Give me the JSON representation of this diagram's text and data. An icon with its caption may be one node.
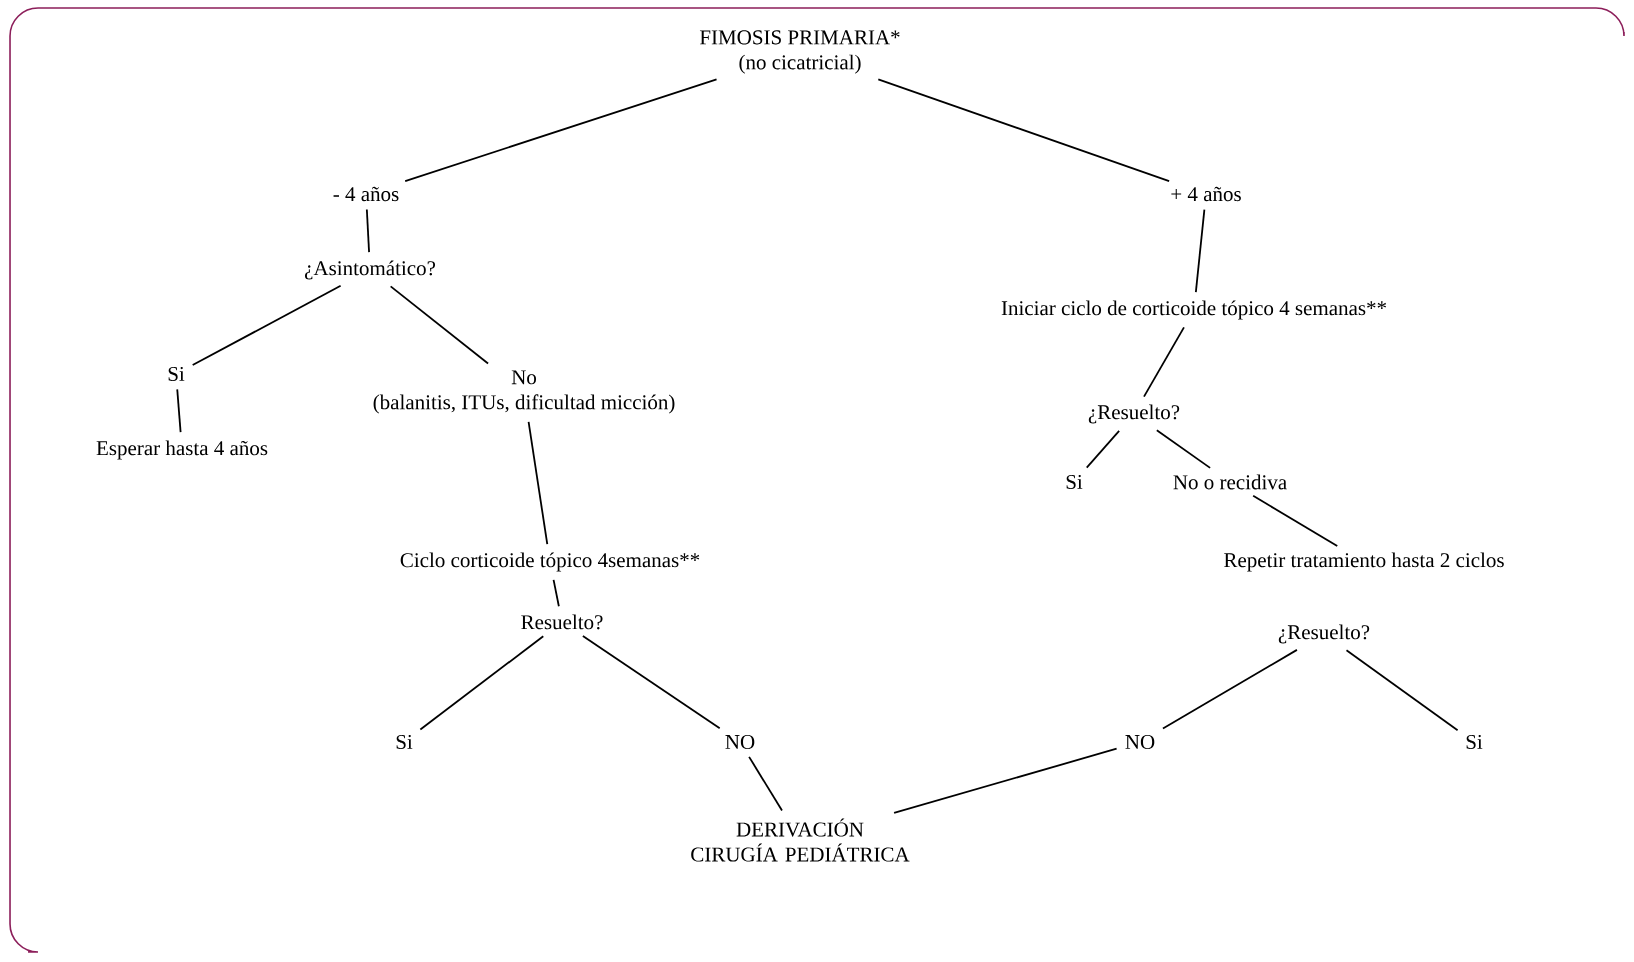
{
  "diagram": {
    "nodes": [
      {
        "text": [
          "FIMOSIS PRIMARIA*",
          "(no cicatricial)"
        ]
      },
      {
        "text": [
          "- 4 años"
        ]
      },
      {
        "text": [
          "+ 4 años"
        ]
      },
      {
        "text": [
          "¿Asintomático?"
        ]
      },
      {
        "text": [
          "Iniciar ciclo de corticoide tópico 4 semanas**"
        ]
      },
      {
        "text": [
          "Si"
        ]
      },
      {
        "text": [
          "No",
          "(balanitis, ITUs, dificultad micción)"
        ]
      },
      {
        "text": [
          "Esperar hasta 4 años"
        ]
      },
      {
        "text": [
          "¿Resuelto?"
        ]
      },
      {
        "text": [
          "Si"
        ]
      },
      {
        "text": [
          "No o recidiva"
        ]
      },
      {
        "text": [
          "Ciclo corticoide tópico 4semanas**"
        ]
      },
      {
        "text": [
          "Repetir tratamiento hasta 2 ciclos"
        ]
      },
      {
        "text": [
          "Resuelto?"
        ]
      },
      {
        "text": [
          "¿Resuelto?"
        ]
      },
      {
        "text": [
          "Si"
        ]
      },
      {
        "text": [
          "NO"
        ]
      },
      {
        "text": [
          "NO"
        ]
      },
      {
        "text": [
          "Si"
        ]
      },
      {
        "text": [
          "DERIVACIÓN CIRUGÍA PEDIÁTRICA"
        ]
      }
    ],
    "edges": [
      {
        "from": 0,
        "to": 1,
        "arrow": "none"
      },
      {
        "from": 0,
        "to": 2,
        "arrow": "none"
      },
      {
        "from": 1,
        "to": 3,
        "arrow": "none"
      },
      {
        "from": 3,
        "to": 5,
        "arrow": "none"
      },
      {
        "from": 3,
        "to": 6,
        "arrow": "none"
      },
      {
        "from": 5,
        "to": 7,
        "arrow": "none"
      },
      {
        "from": 6,
        "to": 11,
        "arrow": "none"
      },
      {
        "from": 11,
        "to": 13,
        "arrow": "none"
      },
      {
        "from": 13,
        "to": 15,
        "arrow": "none"
      },
      {
        "from": 13,
        "to": 16,
        "arrow": "none"
      },
      {
        "from": 16,
        "to": 19,
        "arrow": "none"
      },
      {
        "from": 2,
        "to": 4,
        "arrow": "none"
      },
      {
        "from": 4,
        "to": 8,
        "arrow": "none"
      },
      {
        "from": 8,
        "to": 9,
        "arrow": "none"
      },
      {
        "from": 8,
        "to": 10,
        "arrow": "none"
      },
      {
        "from": 10,
        "to": 12,
        "arrow": "none"
      },
      {
        "from": 14,
        "to": 17,
        "arrow": "none"
      },
      {
        "from": 14,
        "to": 18,
        "arrow": "none"
      },
      {
        "from": 17,
        "to": 19,
        "arrow": "none"
      }
    ]
  }
}
